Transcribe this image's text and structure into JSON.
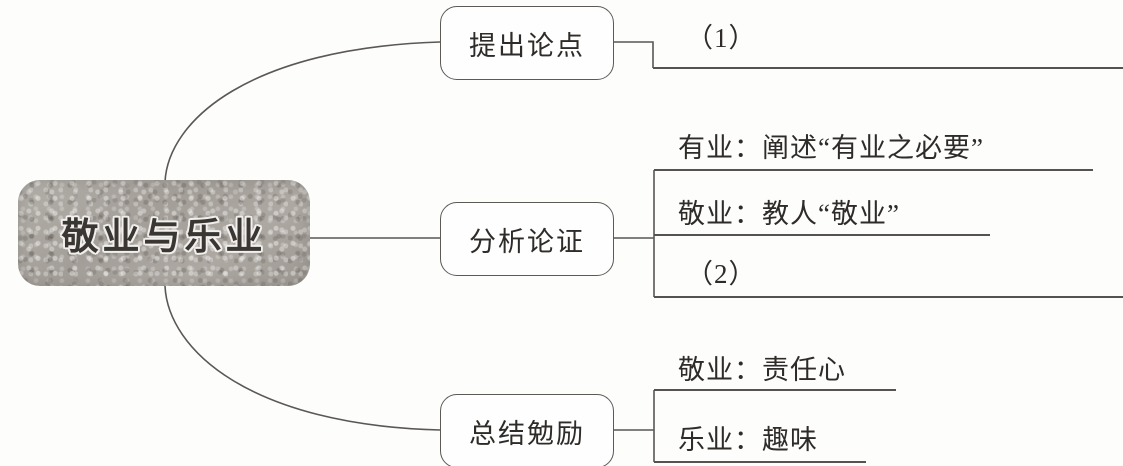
{
  "diagram": {
    "type": "mind-map",
    "root": {
      "label": "敬业与乐业",
      "fill_color": "#a8a49e",
      "text_outline_color": "#f2f0ee"
    },
    "branches": [
      {
        "id": "branch-1",
        "label": "提出论点",
        "leaves": [
          {
            "id": "leaf-1-1",
            "text": "（1）",
            "is_blank": true
          }
        ]
      },
      {
        "id": "branch-2",
        "label": "分析论证",
        "leaves": [
          {
            "id": "leaf-2-1",
            "text": "有业：阐述“有业之必要”",
            "is_blank": false
          },
          {
            "id": "leaf-2-2",
            "text": "敬业：教人“敬业”",
            "is_blank": false
          },
          {
            "id": "leaf-2-3",
            "text": "（2）",
            "is_blank": true
          }
        ]
      },
      {
        "id": "branch-3",
        "label": "总结勉励",
        "leaves": [
          {
            "id": "leaf-3-1",
            "text": "敬业：责任心",
            "is_blank": false
          },
          {
            "id": "leaf-3-2",
            "text": "乐业：趣味",
            "is_blank": false
          }
        ]
      }
    ]
  }
}
